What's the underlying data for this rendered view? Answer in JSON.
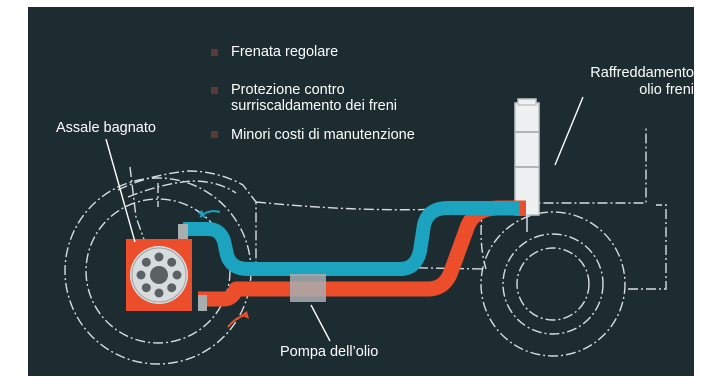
{
  "benefits": [
    "Frenata regolare",
    "Protezione contro surriscaldamento dei freni",
    "Minori costi di manutenzione"
  ],
  "benefit2_line1": "Protezione contro",
  "benefit2_line2": "surriscaldamento dei freni",
  "labels": {
    "axle": "Assale bagnato",
    "cooling_line1": "Raffreddamento",
    "cooling_line2": "olio freni",
    "pump": "Pompa dell’olio"
  },
  "colors": {
    "background": "#1c2c30",
    "hot_oil": "#ec4e2c",
    "cool_oil": "#1ca3bf",
    "outline": "#d8dde0",
    "bullet": "#5a3a34"
  }
}
